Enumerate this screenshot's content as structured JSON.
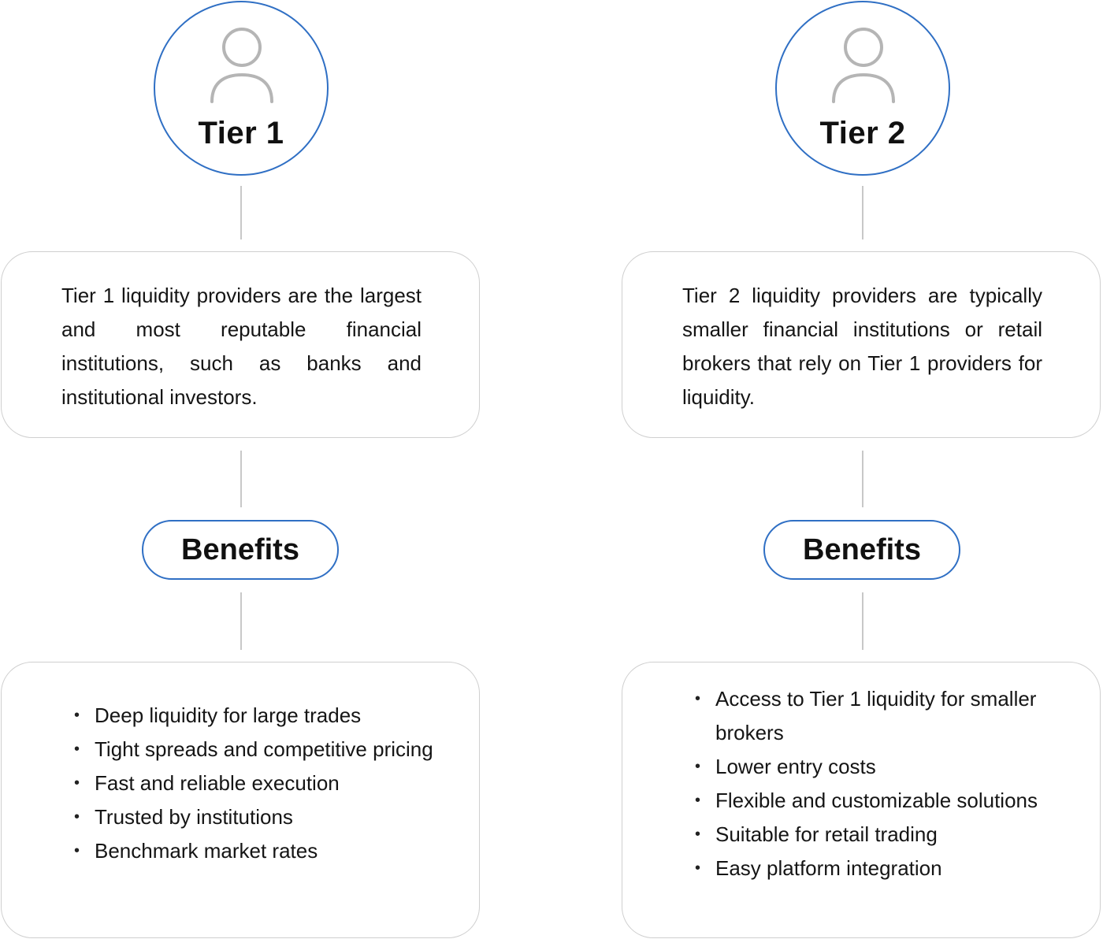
{
  "tiers": [
    {
      "title": "Tier 1",
      "icon": "person-icon",
      "description": "Tier 1 liquidity providers are the largest and most reputable financial institutions, such as banks and institutional investors.",
      "benefits_label": "Benefits",
      "benefits": [
        "Deep liquidity for large trades",
        "Tight spreads and competitive pricing",
        "Fast and reliable execution",
        "Trusted by institutions",
        "Benchmark market rates"
      ]
    },
    {
      "title": "Tier 2",
      "icon": "person-icon",
      "description": "Tier 2 liquidity providers are typically smaller financial institutions or retail brokers that rely on Tier 1 providers for liquidity.",
      "benefits_label": "Benefits",
      "benefits": [
        "Access to Tier 1 liquidity for smaller brokers",
        "Lower entry costs",
        "Flexible and customizable solutions",
        "Suitable for retail trading",
        "Easy platform integration"
      ]
    }
  ],
  "colors": {
    "accent": "#2f6fc4",
    "connector": "#c8c8c8",
    "card_border": "#cfcfcf",
    "icon": "#b5b5b5"
  }
}
